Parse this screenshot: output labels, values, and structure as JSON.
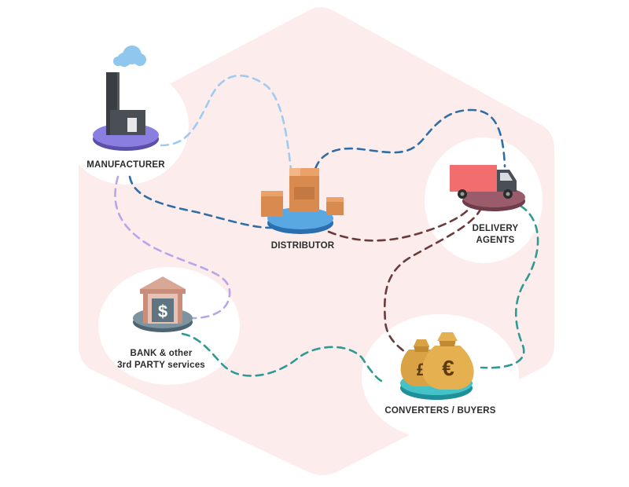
{
  "diagram": {
    "nodes": [
      {
        "id": "manufacturer",
        "icon": "factory-icon",
        "lines": [
          "MANUFACTURER"
        ]
      },
      {
        "id": "distributor",
        "icon": "boxes-icon",
        "lines": [
          "DISTRIBUTOR"
        ]
      },
      {
        "id": "delivery",
        "icon": "truck-icon",
        "lines": [
          "DELIVERY",
          "AGENTS"
        ]
      },
      {
        "id": "bank",
        "icon": "bank-icon",
        "lines": [
          "BANK & other",
          "3rd PARTY services"
        ]
      },
      {
        "id": "converters",
        "icon": "money-bags-icon",
        "lines": [
          "CONVERTERS / BUYERS"
        ]
      }
    ],
    "colors": {
      "background_shape": "#fdecec",
      "link_light_blue": "#9fcbef",
      "link_dark_blue": "#2f6da6",
      "link_purple": "#b7a6e8",
      "link_maroon": "#6b3a3a",
      "link_teal": "#2f9a92"
    }
  }
}
